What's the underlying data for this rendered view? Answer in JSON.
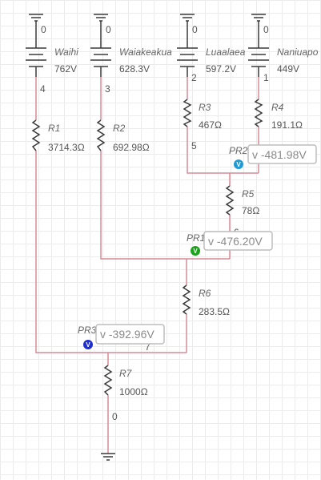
{
  "sources": [
    {
      "id": "src-waihi",
      "name": "Waihi",
      "value": "762V",
      "gnd_label": "0",
      "node": "4"
    },
    {
      "id": "src-waiakeakua",
      "name": "Waiakeakua",
      "value": "628.3V",
      "gnd_label": "0",
      "node": "3"
    },
    {
      "id": "src-luaalaea",
      "name": "Luaalaea",
      "value": "597.2V",
      "gnd_label": "0",
      "node": "2"
    },
    {
      "id": "src-naniuapo",
      "name": "Naniuapo",
      "value": "449V",
      "gnd_label": "0",
      "node": "1"
    }
  ],
  "resistors": [
    {
      "id": "r1",
      "name": "R1",
      "value": "3714.3Ω"
    },
    {
      "id": "r2",
      "name": "R2",
      "value": "692.98Ω"
    },
    {
      "id": "r3",
      "name": "R3",
      "value": "467Ω"
    },
    {
      "id": "r4",
      "name": "R4",
      "value": "191.1Ω"
    },
    {
      "id": "r5",
      "name": "R5",
      "value": "78Ω"
    },
    {
      "id": "r6",
      "name": "R6",
      "value": "283.5Ω"
    },
    {
      "id": "r7",
      "name": "R7",
      "value": "1000Ω"
    }
  ],
  "nodes": {
    "n5": "5",
    "n6": "6",
    "n7": "7",
    "n0": "0"
  },
  "probes": [
    {
      "id": "pr1",
      "name": "PR1",
      "reading": "v -476.20V",
      "color": "#1aa31a",
      "glyph": "V"
    },
    {
      "id": "pr2",
      "name": "PR2",
      "reading": "v -481.98V",
      "color": "#1e9bd7",
      "glyph": "V"
    },
    {
      "id": "pr3",
      "name": "PR3",
      "reading": "v -392.96V",
      "color": "#1f2fd0",
      "glyph": "V"
    }
  ],
  "colors": {
    "wire": "#d98b97",
    "component": "#3a3a3a",
    "grid": "#ececec"
  }
}
